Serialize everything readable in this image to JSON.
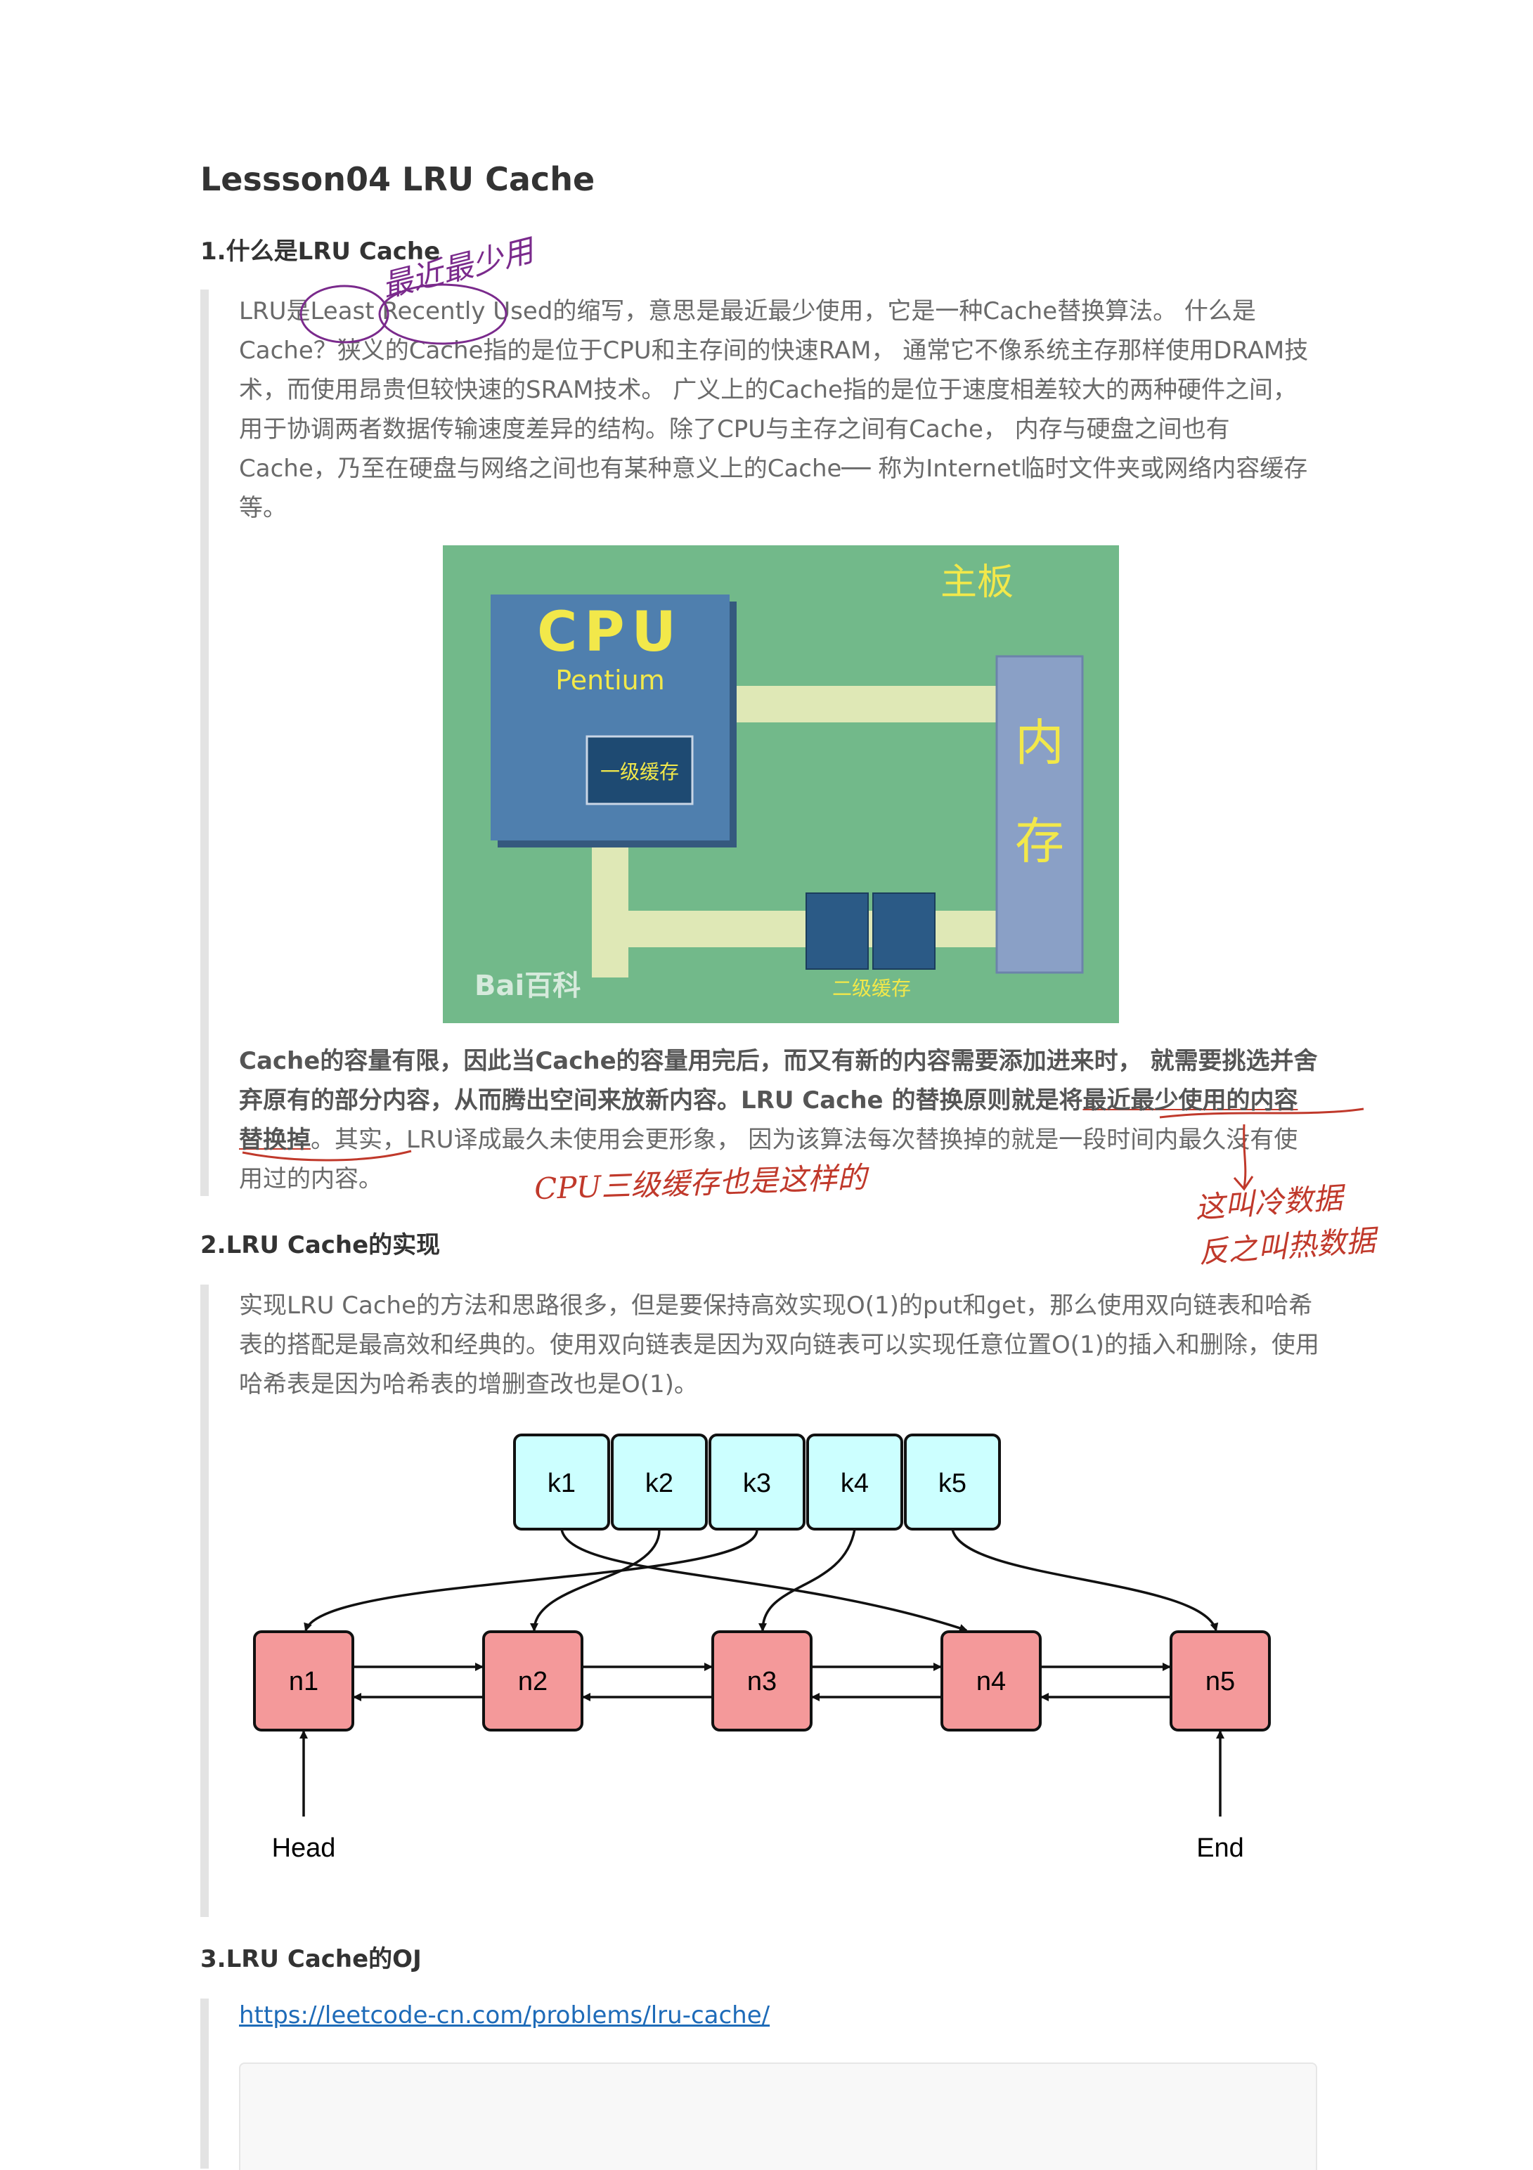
{
  "title": "Lessson04 LRU Cache",
  "sections": [
    {
      "heading": "1.什么是LRU Cache"
    },
    {
      "heading": "2.LRU Cache的实现"
    },
    {
      "heading": "3.LRU Cache的OJ"
    }
  ],
  "section1": {
    "para1": "LRU是Least Recently Used的缩写，意思是最近最少使用，它是一种Cache替换算法。 什么是Cache？狭义的Cache指的是位于CPU和主存间的快速RAM， 通常它不像系统主存那样使用DRAM技术，而使用昂贵但较快速的SRAM技术。 广义上的Cache指的是位于速度相差较大的两种硬件之间， 用于协调两者数据传输速度差异的结构。除了CPU与主存之间有Cache， 内存与硬盘之间也有Cache，乃至在硬盘与网络之间也有某种意义上的Cache── 称为Internet临时文件夹或网络内容缓存等。",
    "para2_bold_a": "Cache的容量有限，因此当Cache的容量用完后，而又有新的内容需要添加进来时， 就需要挑选并舍弃原有的部分内容，从而腾出空间来放新内容。LRU Cache 的替换原则就是将",
    "para2_bold_b": "最近最少使用的内容替换掉",
    "para2_rest": "。其实，LRU译成最久未使用会更形象， 因为该算法每次替换掉的就是一段时间内最久没有使用过的内容。"
  },
  "diagram1": {
    "motherboard": "主板",
    "cpu": "CPU",
    "cpu_model": "Pentium",
    "l1": "一级缓存",
    "l2": "二级缓存",
    "memory_a": "内",
    "memory_b": "存",
    "watermark": "Bai百科",
    "colors": {
      "board": "#72b98a",
      "cpu": "#4f7fae",
      "bus": "#dfe8b6",
      "memory": "#8aa0c6",
      "label": "#f2e84a"
    }
  },
  "section2": {
    "para": "实现LRU Cache的方法和思路很多，但是要保持高效实现O(1)的put和get，那么使用双向链表和哈希表的搭配是最高效和经典的。使用双向链表是因为双向链表可以实现任意位置O(1)的插入和删除，使用哈希表是因为哈希表的增删查改也是O(1)。"
  },
  "diagram2": {
    "keys": [
      "k1",
      "k2",
      "k3",
      "k4",
      "k5"
    ],
    "nodes": [
      "n1",
      "n2",
      "n3",
      "n4",
      "n5"
    ],
    "head": "Head",
    "end": "End",
    "colors": {
      "key": "#ccffff",
      "node": "#f4999a"
    }
  },
  "section3": {
    "link": "https://leetcode-cn.com/problems/lru-cache/"
  },
  "annotations": {
    "note1": "最近最少用",
    "note2": "CPU三级缓存也是这样的",
    "note3a": "这叫冷数据",
    "note3b": "反之叫热数据",
    "colors": {
      "purple": "#7a2a8c",
      "red": "#c0392b"
    }
  }
}
